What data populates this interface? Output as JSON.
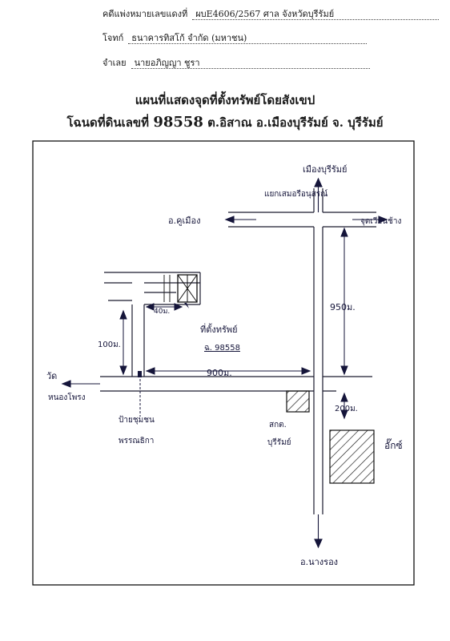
{
  "header": {
    "case_label": "คดีแพ่งหมายเลขแดงที่",
    "case_number": "ผบE4606/2567",
    "court": "ศาล จังหวัดบุรีรัมย์",
    "plaintiff_label": "โจทก์",
    "plaintiff": "ธนาคารทิสโก้ จำกัด (มหาชน)",
    "defendant_label": "จำเลย",
    "defendant": "นายอภิญญา ชูรา"
  },
  "title": {
    "line1": "แผนที่แสดงจุดที่ตั้งทรัพย์โดยสังเขป",
    "line2_prefix": "โฉนดที่ดินเลขที่",
    "deed_no": "98558",
    "line2_suffix": "ต.อิสาณ อ.เมืองบุรีรัมย์ จ. บุรีรัมย์"
  },
  "map": {
    "north_dest": "เมืองบุรีรัมย์",
    "intersection": "แยกเสมอรีอนุสรณ์",
    "west_dest": "อ.คูเมือง",
    "east_dest": "จุดเวียนช้าง",
    "dist_main": "950ม.",
    "dist_lane_up": "100ม.",
    "dist_lane_short": "40ม.",
    "property_label": "ที่ตั้งทรัพย์",
    "property_deed": "ฉ. 98558",
    "dist_horizontal": "900ม.",
    "temple_line1": "วัด",
    "temple_line2": "หนองโพรง",
    "bus_stop_line1": "ป้ายชุมชน",
    "bus_stop_line2": "พรรณธิกา",
    "dist_makro": "200ม.",
    "office_line1": "สกต.",
    "office_line2": "บุรีรัมย์",
    "makro": "อั๊กซ์",
    "south_dest": "อ.นางรอง",
    "ink_color": "#15153a"
  }
}
